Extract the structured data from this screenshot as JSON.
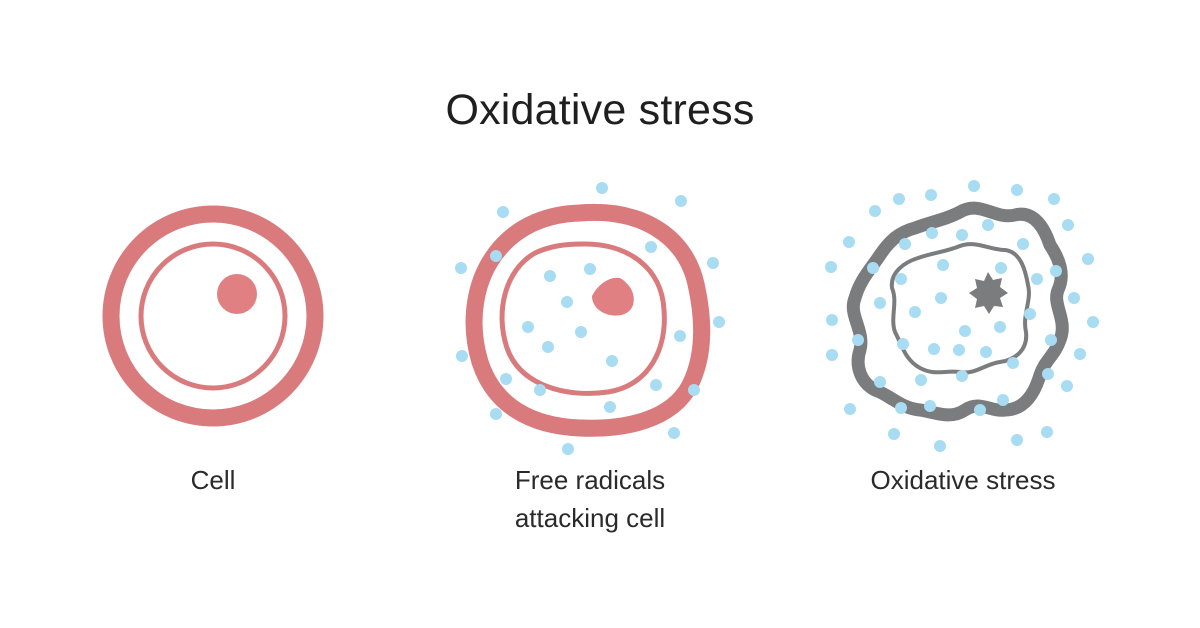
{
  "title": "Oxidative stress",
  "colors": {
    "membrane_healthy": "#d97a7d",
    "nucleus_healthy": "#e08082",
    "membrane_damaged": "#7b7c7e",
    "nucleus_damaged": "#7b7c7e",
    "free_radical": "#a8dcf2",
    "text": "#2a2a2a",
    "background": "#ffffff"
  },
  "panels": [
    {
      "id": "cell",
      "caption_lines": [
        "Cell"
      ],
      "state": "healthy"
    },
    {
      "id": "free-radicals",
      "caption_lines": [
        "Free radicals",
        "attacking cell"
      ],
      "state": "attacked"
    },
    {
      "id": "oxidative-stress",
      "caption_lines": [
        "Oxidative stress"
      ],
      "state": "damaged"
    }
  ]
}
